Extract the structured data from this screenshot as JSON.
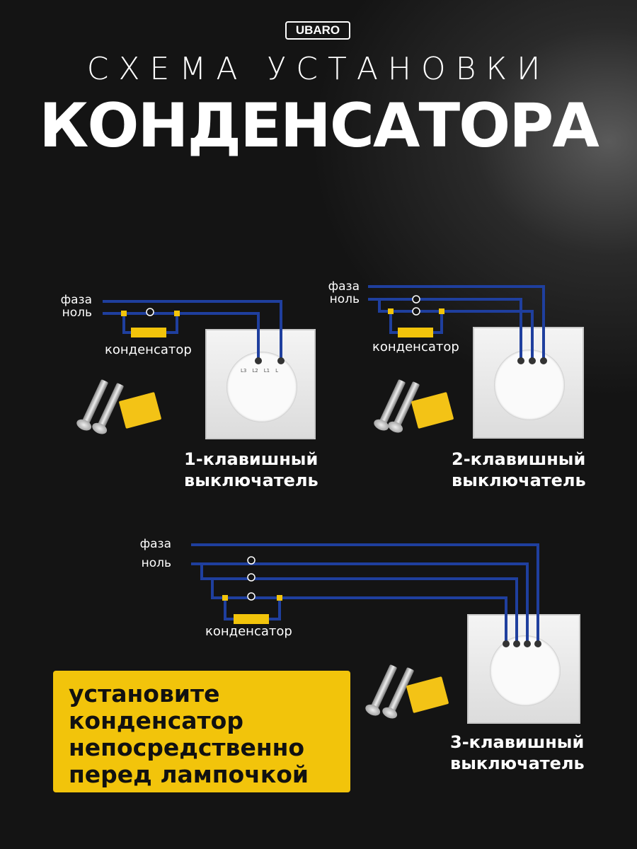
{
  "brand": "UBARO",
  "header": {
    "subtitle": "СХЕМА УСТАНОВКИ",
    "title": "КОНДЕНСАТОРА"
  },
  "labels": {
    "phase": "фаза",
    "neutral": "ноль",
    "capacitor": "конденсатор"
  },
  "switches": [
    {
      "name_line1": "1-клавишный",
      "name_line2": "выключатель"
    },
    {
      "name_line1": "2-клавишный",
      "name_line2": "выключатель"
    },
    {
      "name_line1": "3-клавишный",
      "name_line2": "выключатель"
    }
  ],
  "terminals": [
    "L3",
    "L2",
    "L1",
    "L"
  ],
  "note": {
    "line1": "установите",
    "line2": "конденсатор",
    "line3": "непосредственно",
    "line4": "перед лампочкой"
  },
  "colors": {
    "wire": "#1f3f9e",
    "accent": "#f2c40b",
    "background": "#141414"
  }
}
